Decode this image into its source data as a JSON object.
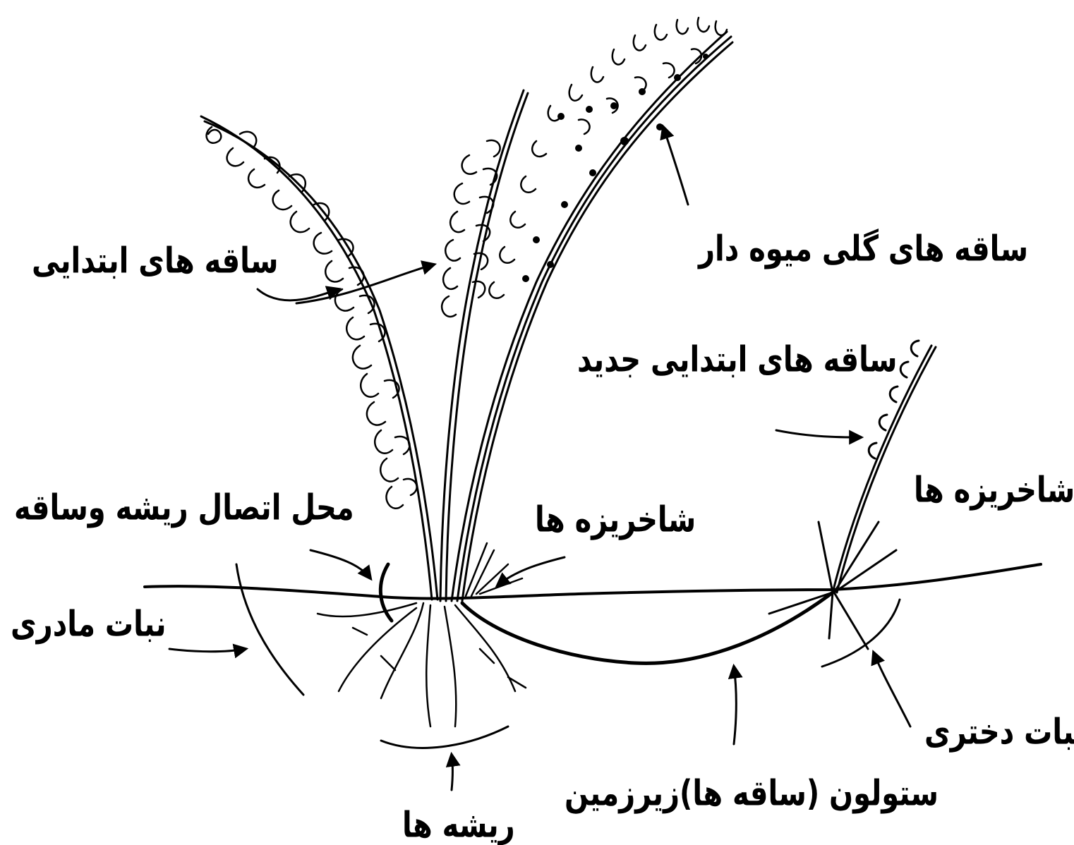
{
  "labels": {
    "initial_stems": "ساقه های ابتدایی",
    "flowering_stems": "ساقه های گلی میوه دار",
    "new_initial_stems": "ساقه های ابتدایی جدید",
    "root_stem_junction": "محل اتصال ریشه وساقه",
    "tillers_center": "شاخریزه ها",
    "tillers_right": "شاخریزه ها",
    "mother_plant": "نبات مادری",
    "daughter_plant": "نبات دختری",
    "stolon": "ستولون (ساقه ها)زیرزمین",
    "roots": "ریشه ها"
  },
  "colors": {
    "ink": "#000000",
    "paper": "#ffffff"
  }
}
